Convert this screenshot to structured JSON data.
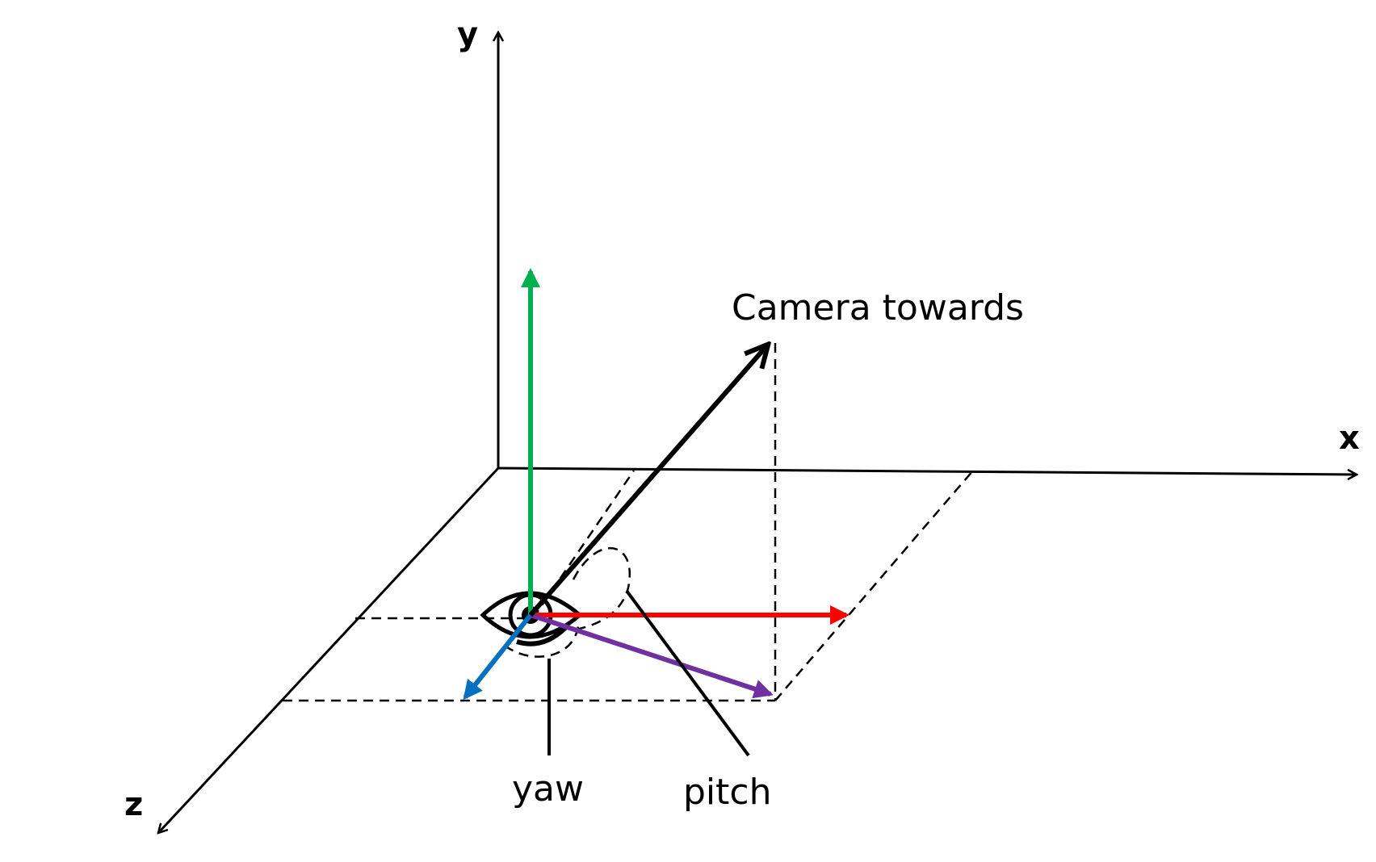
{
  "axes": {
    "x_label": "x",
    "y_label": "y",
    "z_label": "z"
  },
  "labels": {
    "camera": "Camera towards",
    "yaw": "yaw",
    "pitch": "pitch"
  },
  "vectors": [
    {
      "name": "up-vector",
      "color": "#00b050"
    },
    {
      "name": "right-vector",
      "color": "#ff0000"
    },
    {
      "name": "front-vector",
      "color": "#0070c0"
    },
    {
      "name": "projection-vector",
      "color": "#7030a0"
    },
    {
      "name": "camera-direction-vector",
      "color": "#000000"
    }
  ],
  "icons": {
    "eye": "eye-icon"
  }
}
